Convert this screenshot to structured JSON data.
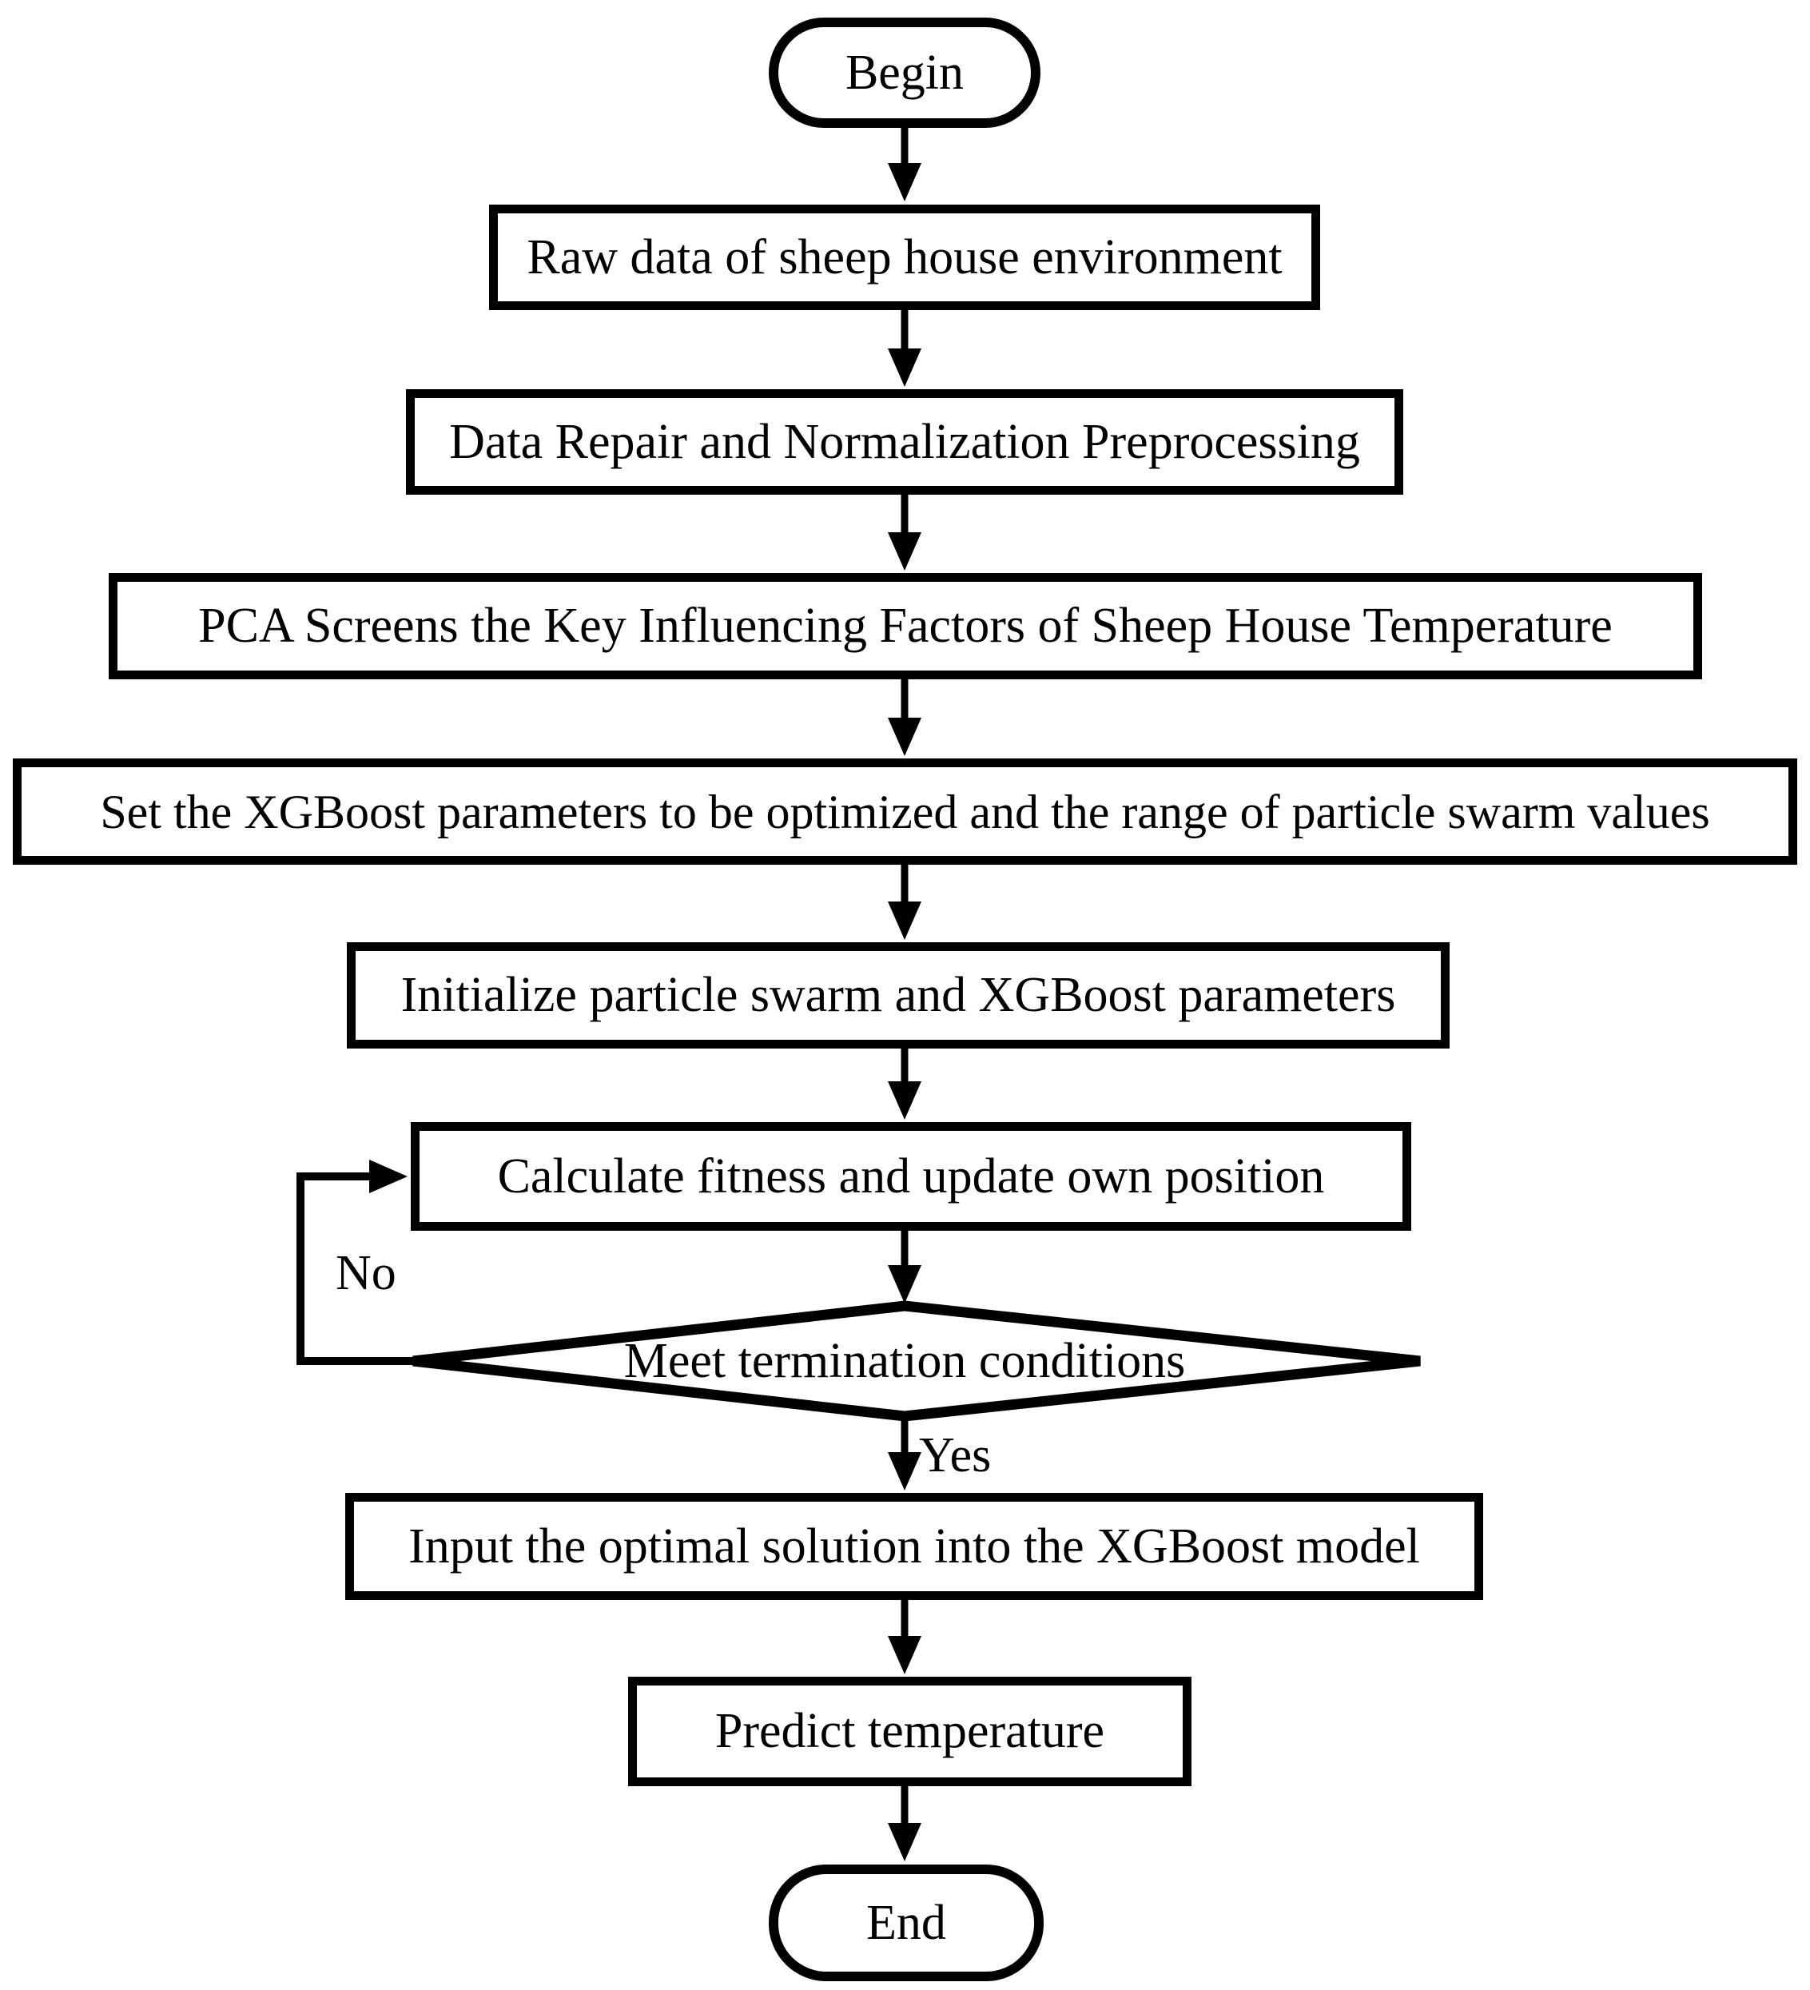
{
  "diagram": {
    "type": "flowchart",
    "colors": {
      "stroke": "#000000",
      "fill": "#ffffff"
    },
    "nodes": {
      "begin": "Begin",
      "raw_data": "Raw data of sheep house environment",
      "preprocess": "Data Repair and Normalization Preprocessing",
      "pca": "PCA Screens the Key Influencing Factors of Sheep House Temperature",
      "set_params": "Set the XGBoost parameters to be optimized and the range of particle swarm values",
      "initialize": "Initialize particle swarm and XGBoost parameters",
      "fitness": "Calculate fitness and update own position",
      "decision": "Meet termination conditions",
      "input_optimal": "Input the optimal solution into the XGBoost model",
      "predict": "Predict temperature",
      "end": "End"
    },
    "edge_labels": {
      "yes": "Yes",
      "no": "No"
    },
    "edges": [
      {
        "from": "begin",
        "to": "raw_data"
      },
      {
        "from": "raw_data",
        "to": "preprocess"
      },
      {
        "from": "preprocess",
        "to": "pca"
      },
      {
        "from": "pca",
        "to": "set_params"
      },
      {
        "from": "set_params",
        "to": "initialize"
      },
      {
        "from": "initialize",
        "to": "fitness"
      },
      {
        "from": "fitness",
        "to": "decision"
      },
      {
        "from": "decision",
        "to": "input_optimal",
        "label": "Yes"
      },
      {
        "from": "decision",
        "to": "fitness",
        "label": "No"
      },
      {
        "from": "input_optimal",
        "to": "predict"
      },
      {
        "from": "predict",
        "to": "end"
      }
    ]
  }
}
